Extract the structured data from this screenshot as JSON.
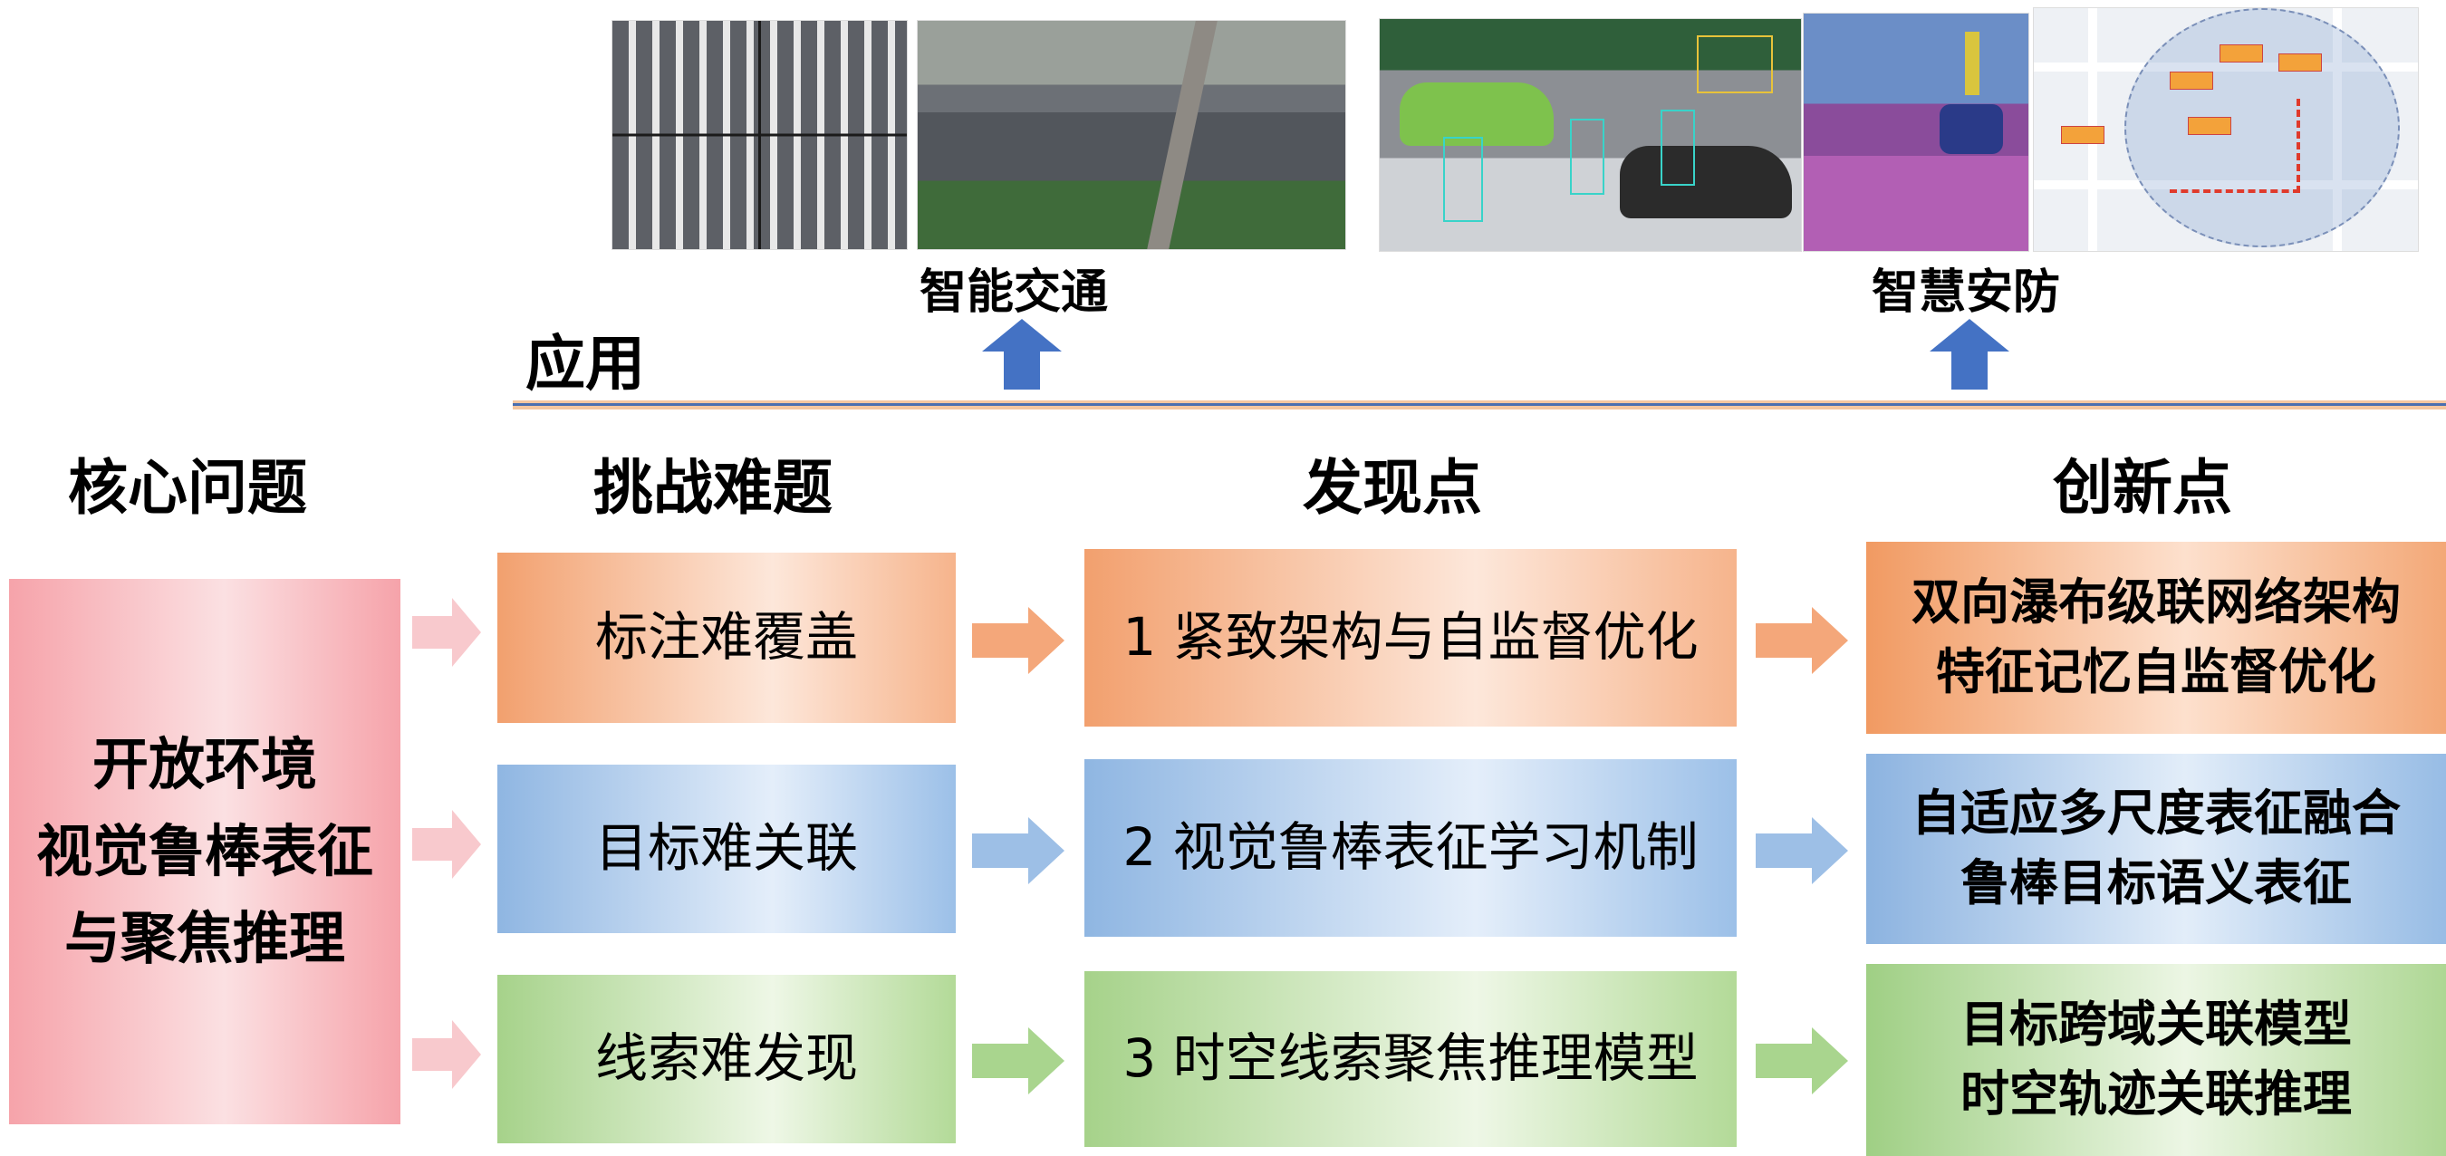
{
  "applications": {
    "label": "应用",
    "left": "智能交通",
    "right": "智慧安防"
  },
  "headers": {
    "core": "核心问题",
    "challenge": "挑战难题",
    "discovery": "发现点",
    "innovation": "创新点"
  },
  "core_problem": {
    "line1": "开放环境",
    "line2": "视觉鲁棒表征",
    "line3": "与聚焦推理"
  },
  "challenges": [
    "标注难覆盖",
    "目标难关联",
    "线索难发现"
  ],
  "discoveries": [
    "1 紧致架构与自监督优化",
    "2 视觉鲁棒表征学习机制",
    "3 时空线索聚焦推理模型"
  ],
  "innovations": [
    {
      "line1": "双向瀑布级联网络架构",
      "line2": "特征记忆自监督优化"
    },
    {
      "line1": "自适应多尺度表征融合",
      "line2": "鲁棒目标语义表征"
    },
    {
      "line1": "目标跨域关联模型",
      "line2": "时空轨迹关联推理"
    }
  ],
  "colors": {
    "orange": "#f2a06e",
    "blue": "#8fb6e2",
    "green": "#a6d28a",
    "pink": "#f6a3aa",
    "up_arrow": "#4472c4"
  }
}
